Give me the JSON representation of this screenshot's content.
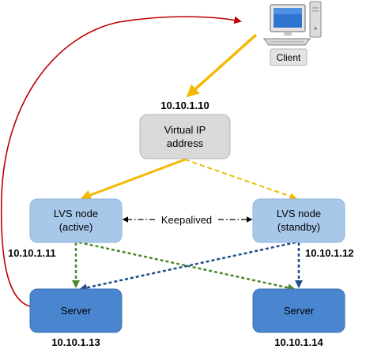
{
  "colors": {
    "request_arrow": "#f5b800",
    "return_arrow": "#c00000",
    "heartbeat_arrow": "#000000",
    "active_route": "#4b8a2a",
    "standby_route": "#1f4e8c",
    "vip_fill": "#d9d9d9",
    "lvs_fill": "#a8c8ea",
    "server_fill": "#4a86cf",
    "client_label_fill": "#e3e3e3"
  },
  "client": {
    "icon": "desktop-computer-icon",
    "label": "Client"
  },
  "vip": {
    "ip": "10.10.1.10",
    "label_line1": "Virtual IP",
    "label_line2": "address"
  },
  "lvs_active": {
    "ip": "10.10.1.11",
    "label_line1": "LVS node",
    "label_line2": "(active)"
  },
  "lvs_standby": {
    "ip": "10.10.1.12",
    "label_line1": "LVS node",
    "label_line2": "(standby)"
  },
  "server_left": {
    "ip": "10.10.1.13",
    "label": "Server"
  },
  "server_right": {
    "ip": "10.10.1.14",
    "label": "Server"
  },
  "keepalived": {
    "label": "Keepalived"
  }
}
